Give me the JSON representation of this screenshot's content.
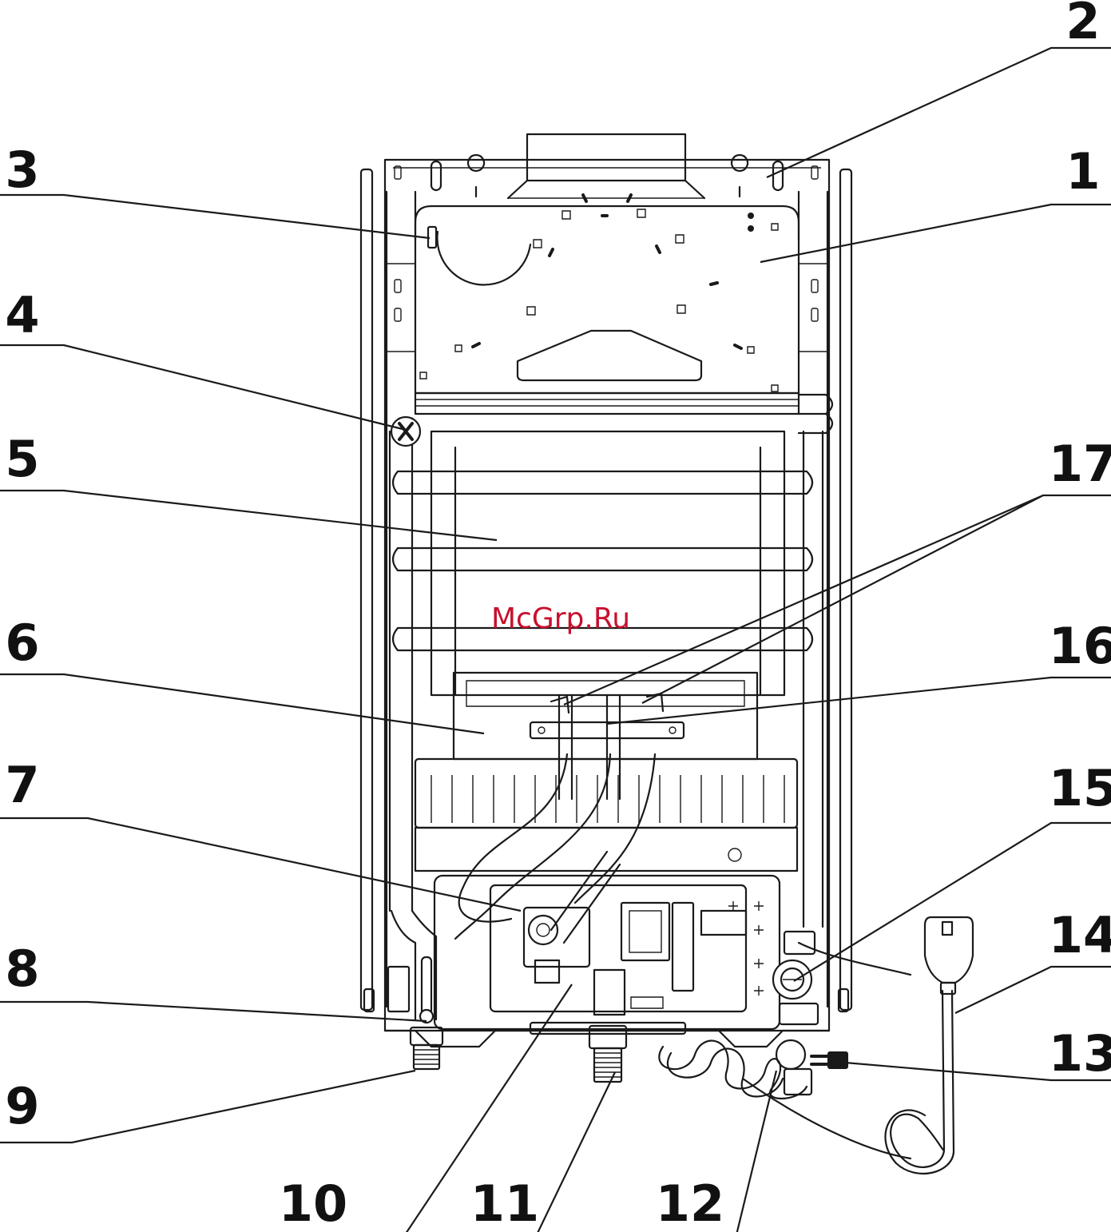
{
  "watermark": "McGrp.Ru",
  "callouts": [
    {
      "id": "1",
      "label": "1"
    },
    {
      "id": "2",
      "label": "2"
    },
    {
      "id": "3",
      "label": "3"
    },
    {
      "id": "4",
      "label": "4"
    },
    {
      "id": "5",
      "label": "5"
    },
    {
      "id": "6",
      "label": "6"
    },
    {
      "id": "7",
      "label": "7"
    },
    {
      "id": "8",
      "label": "8"
    },
    {
      "id": "9",
      "label": "9"
    },
    {
      "id": "10",
      "label": "10"
    },
    {
      "id": "11",
      "label": "11"
    },
    {
      "id": "12",
      "label": "12"
    },
    {
      "id": "13",
      "label": "13"
    },
    {
      "id": "14",
      "label": "14"
    },
    {
      "id": "15",
      "label": "15"
    },
    {
      "id": "16",
      "label": "16"
    },
    {
      "id": "17",
      "label": "17"
    }
  ]
}
